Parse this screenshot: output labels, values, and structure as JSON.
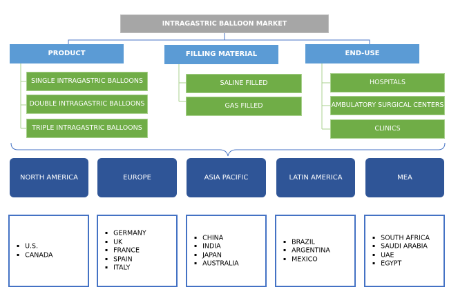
{
  "title": "INTRAGASTRIC BALLOON MARKET",
  "segments": [
    {
      "label": "PRODUCT",
      "items": [
        "SINGLE INTRAGASTRIC BALLOONS",
        "DOUBLE INTRAGASTRIC BALLOONS",
        "TRIPLE INTRAGASTRIC BALLOONS"
      ]
    },
    {
      "label": "FILLING MATERIAL",
      "items": [
        "SALINE FILLED",
        "GAS FILLED"
      ]
    },
    {
      "label": "END-USE",
      "items": [
        "HOSPITALS",
        "AMBULATORY SURGICAL CENTERS",
        "CLINICS"
      ]
    }
  ],
  "regions": [
    {
      "label": "NORTH AMERICA",
      "countries": [
        "U.S.",
        "CANADA"
      ]
    },
    {
      "label": "EUROPE",
      "countries": [
        "GERMANY",
        "UK",
        "FRANCE",
        "SPAIN",
        "ITALY"
      ]
    },
    {
      "label": "ASIA PACIFIC",
      "countries": [
        "CHINA",
        "INDIA",
        "JAPAN",
        "AUSTRALIA"
      ]
    },
    {
      "label": "LATIN AMERICA",
      "countries": [
        "BRAZIL",
        "ARGENTINA",
        "MEXICO"
      ]
    },
    {
      "label": "MEA",
      "countries": [
        "SOUTH AFRICA",
        "SAUDI ARABIA",
        "UAE",
        "EGYPT"
      ]
    }
  ],
  "colors": {
    "title": "#a6a6a6",
    "segment": "#5b9bd5",
    "leaf": "#70ad47",
    "region": "#2f5597",
    "list_border": "#4472c4"
  }
}
